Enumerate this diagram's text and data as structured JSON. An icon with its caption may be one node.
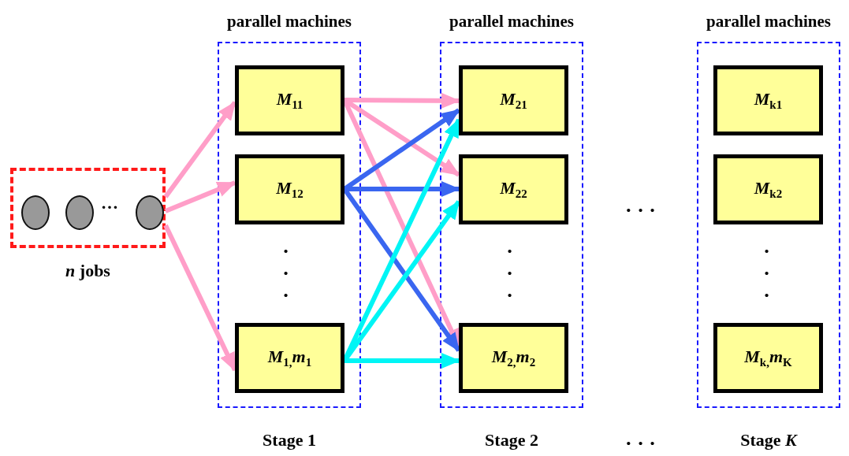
{
  "diagram": {
    "nodes": [
      {
        "text": [
          "…"
        ],
        "beside": [
          "*n* jobs"
        ]
      },
      {
        "text": [],
        "shape": "circle",
        "in": 0
      },
      {
        "text": [],
        "shape": "circle",
        "in": 0
      },
      {
        "text": [],
        "shape": "circle",
        "in": 0
      },
      {
        "text": [
          "parallel machines"
        ],
        "beside": [
          "Stage 1"
        ]
      },
      {
        "text": [
          "*M*$_{11}$"
        ],
        "in": 4
      },
      {
        "text": [
          "*M*$_{12}$"
        ],
        "in": 4
      },
      {
        "text": [
          "*M*$_{1,}$*m*$_{1}$"
        ],
        "in": 4
      },
      {
        "text": [
          "parallel machines"
        ],
        "beside": [
          "Stage 2"
        ]
      },
      {
        "text": [
          "*M*$_{21}$"
        ],
        "in": 8
      },
      {
        "text": [
          "*M*$_{22}$"
        ],
        "in": 8
      },
      {
        "text": [
          "*M*$_{2,}$*m*$_{2}$"
        ],
        "in": 8
      },
      {
        "text": [
          "parallel machines"
        ],
        "beside": [
          "Stage *K*"
        ]
      },
      {
        "text": [
          "*M*$_{k1}$"
        ],
        "in": 12
      },
      {
        "text": [
          "*M*$_{k2}$"
        ],
        "in": 12
      },
      {
        "text": [
          "*M*$_{k,}$*m*$_{K}$"
        ],
        "in": 12
      }
    ],
    "edges": [
      {
        "from": 0,
        "to": 5,
        "arrow": "to"
      },
      {
        "from": 0,
        "to": 6,
        "arrow": "to"
      },
      {
        "from": 0,
        "to": 7,
        "arrow": "to"
      },
      {
        "from": 5,
        "to": 9,
        "arrow": "to"
      },
      {
        "from": 5,
        "to": 10,
        "arrow": "to"
      },
      {
        "from": 5,
        "to": 11,
        "arrow": "to"
      },
      {
        "from": 6,
        "to": 9,
        "arrow": "to",
        "color": "#3a66f0"
      },
      {
        "from": 6,
        "to": 10,
        "arrow": "to",
        "color": "#3a66f0"
      },
      {
        "from": 6,
        "to": 11,
        "arrow": "to",
        "color": "#3a66f0"
      },
      {
        "from": 7,
        "to": 9,
        "arrow": "to",
        "color": "#00f5f5"
      },
      {
        "from": 7,
        "to": 10,
        "arrow": "to",
        "color": "#00f5f5"
      },
      {
        "from": 7,
        "to": 11,
        "arrow": "to",
        "color": "#00f5f5"
      }
    ],
    "labels": [
      "· · ·",
      "· · ·",
      "· · ·",
      "· · ·",
      "· · ·"
    ]
  }
}
